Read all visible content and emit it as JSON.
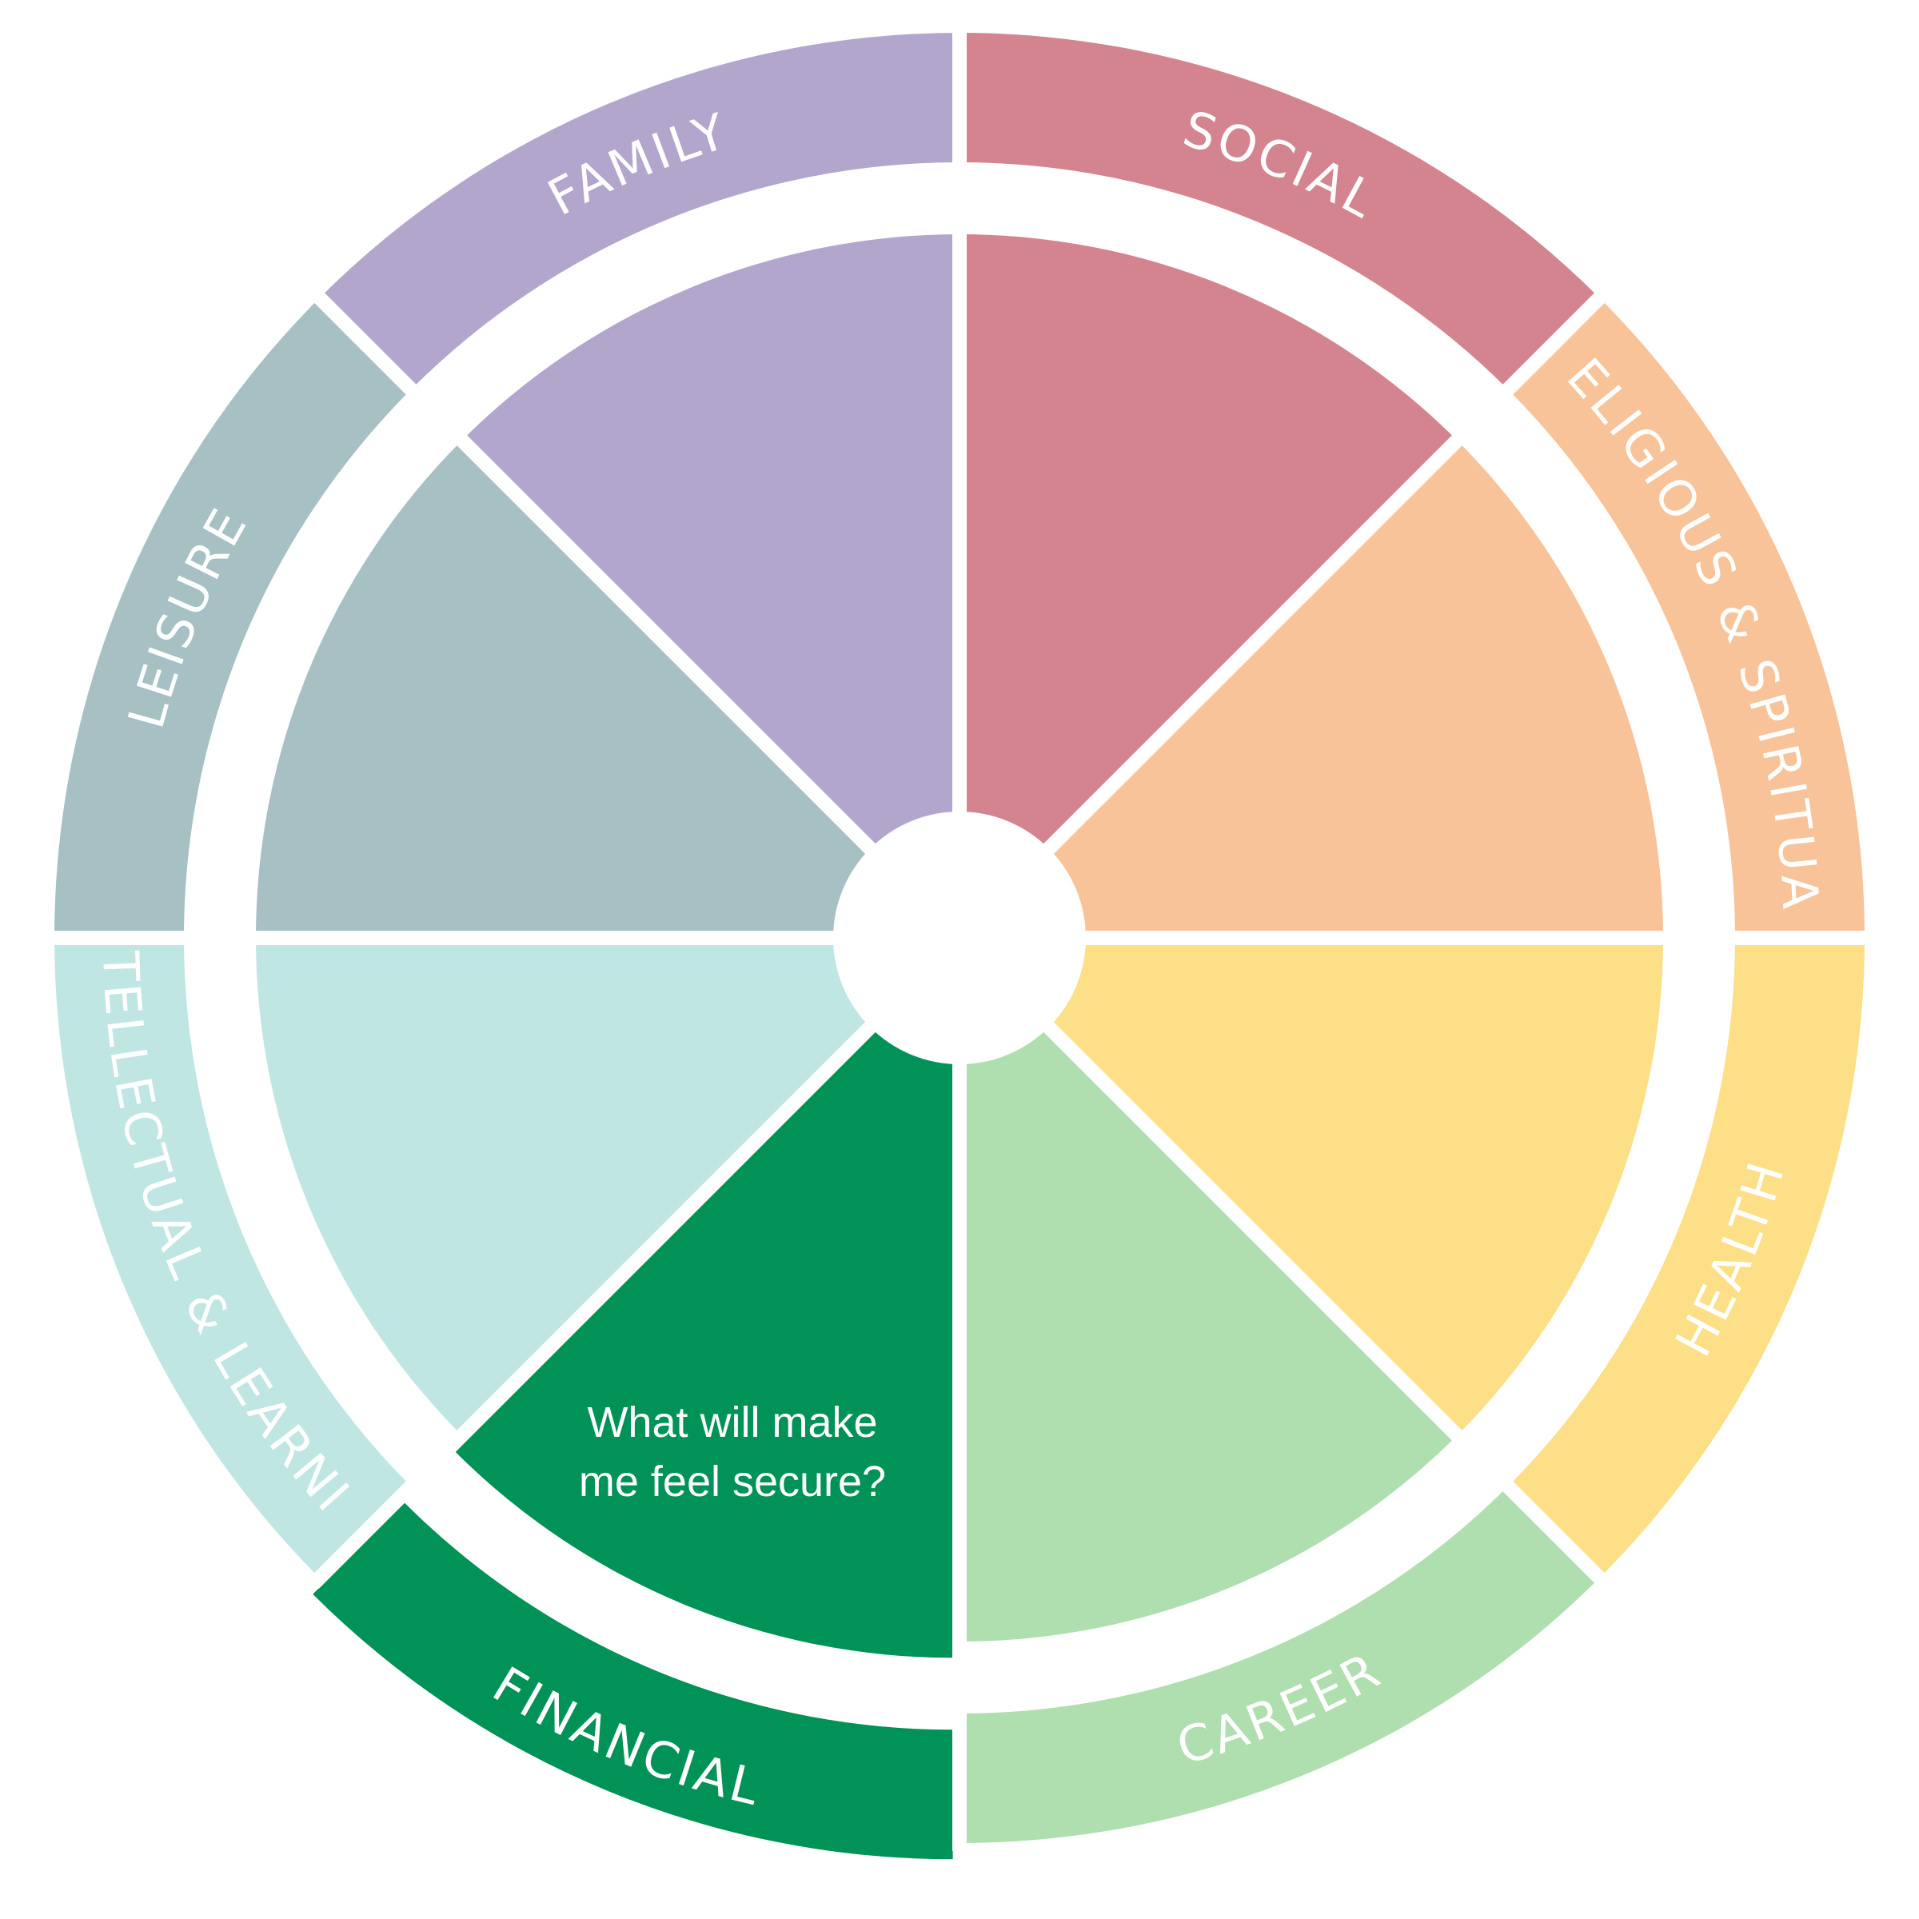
{
  "segments": [
    {
      "id": "social",
      "label": "SOCIAL",
      "color": "#D4848F"
    },
    {
      "id": "religious-spiritual",
      "label": "RELIGIOUS & SPIRITUAL",
      "color": "#F8C399"
    },
    {
      "id": "health",
      "label": "HEALTH",
      "color": "#FCDF86"
    },
    {
      "id": "career",
      "label": "CAREER",
      "color": "#AFDEAF"
    },
    {
      "id": "financial",
      "label": "FINANCIAL",
      "color": "#009257"
    },
    {
      "id": "intellectual-learning",
      "label": "INTELLECTUAL & LEARNING",
      "color": "#C0E6E4"
    },
    {
      "id": "leisure",
      "label": "LEISURE",
      "color": "#A6C0C4"
    },
    {
      "id": "family",
      "label": "FAMILY",
      "color": "#B3A6CD"
    }
  ],
  "center_question": "What will make me feel secure?",
  "highlighted_segment": "financial"
}
